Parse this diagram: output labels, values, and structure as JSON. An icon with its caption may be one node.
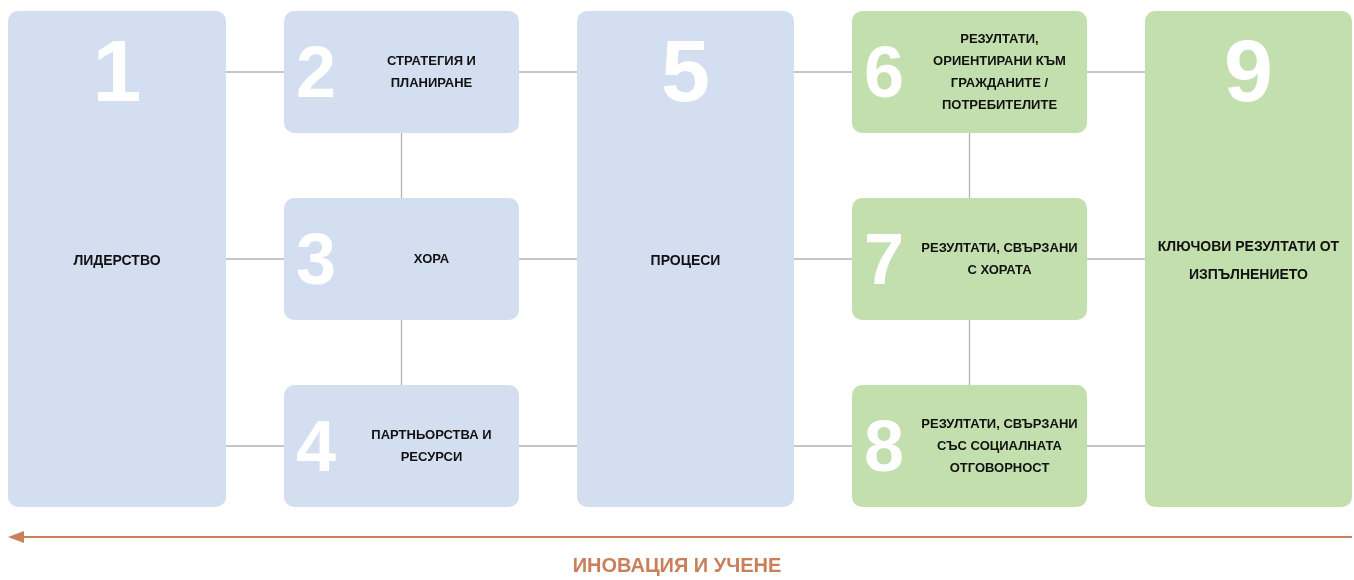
{
  "diagram": {
    "nodes": [
      {
        "text": [
          "1",
          "ЛИДЕРСТВО"
        ]
      },
      {
        "text": [
          "2",
          "СТРАТЕГИЯ И ПЛАНИРАНЕ"
        ]
      },
      {
        "text": [
          "3",
          "ХОРА"
        ]
      },
      {
        "text": [
          "4",
          "ПАРТНЬОРСТВА И РЕСУРСИ"
        ]
      },
      {
        "text": [
          "5",
          "ПРОЦЕСИ"
        ]
      },
      {
        "text": [
          "6",
          "РЕЗУЛТАТИ, ОРИЕНТИРАНИ КЪМ ГРАЖДАНИТЕ / ПОТРЕБИТЕЛИТЕ"
        ]
      },
      {
        "text": [
          "7",
          "РЕЗУЛТАТИ, СВЪРЗАНИ С ХОРАТА"
        ]
      },
      {
        "text": [
          "8",
          "РЕЗУЛТАТИ, СВЪРЗАНИ СЪС СОЦИАЛНАТА ОТГОВОРНОСТ"
        ]
      },
      {
        "text": [
          "9",
          "КЛЮЧОВИ РЕЗУЛТАТИ ОТ ИЗПЪЛНЕНИЕТО"
        ]
      }
    ],
    "edges": [
      {
        "from": 0,
        "to": 1,
        "arrow": "none"
      },
      {
        "from": 0,
        "to": 2,
        "arrow": "none"
      },
      {
        "from": 0,
        "to": 3,
        "arrow": "none"
      },
      {
        "from": 1,
        "to": 2,
        "arrow": "none"
      },
      {
        "from": 2,
        "to": 3,
        "arrow": "none"
      },
      {
        "from": 1,
        "to": 4,
        "arrow": "none"
      },
      {
        "from": 2,
        "to": 4,
        "arrow": "none"
      },
      {
        "from": 3,
        "to": 4,
        "arrow": "none"
      },
      {
        "from": 4,
        "to": 5,
        "arrow": "none"
      },
      {
        "from": 4,
        "to": 6,
        "arrow": "none"
      },
      {
        "from": 4,
        "to": 7,
        "arrow": "none"
      },
      {
        "from": 5,
        "to": 6,
        "arrow": "none"
      },
      {
        "from": 6,
        "to": 7,
        "arrow": "none"
      },
      {
        "from": 5,
        "to": 8,
        "arrow": "none"
      },
      {
        "from": 6,
        "to": 8,
        "arrow": "none"
      },
      {
        "from": 7,
        "to": 8,
        "arrow": "none"
      }
    ],
    "labels": [
      "ИНОВАЦИЯ И УЧЕНЕ"
    ]
  }
}
